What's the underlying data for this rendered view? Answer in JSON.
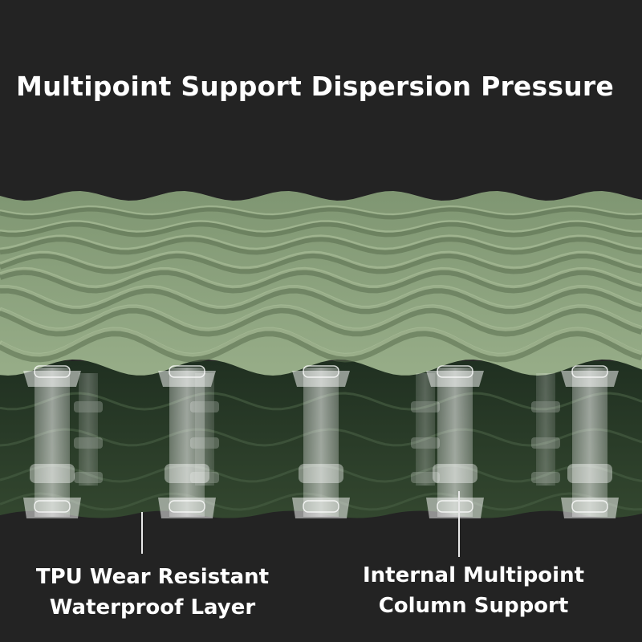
{
  "title": "Multipoint Support Dispersion Pressure",
  "callouts": {
    "left": {
      "line1": "TPU Wear Resistant",
      "line2": "Waterproof Layer"
    },
    "right": {
      "line1": "Internal Multipoint",
      "line2": "Column Support"
    }
  },
  "colors": {
    "background": "#232323",
    "mat_top": "#8fa57f",
    "mat_shadow": "#5b6f4f",
    "mat_inner": "#2c3e2b",
    "column": "#e6ece6",
    "text": "#ffffff"
  }
}
